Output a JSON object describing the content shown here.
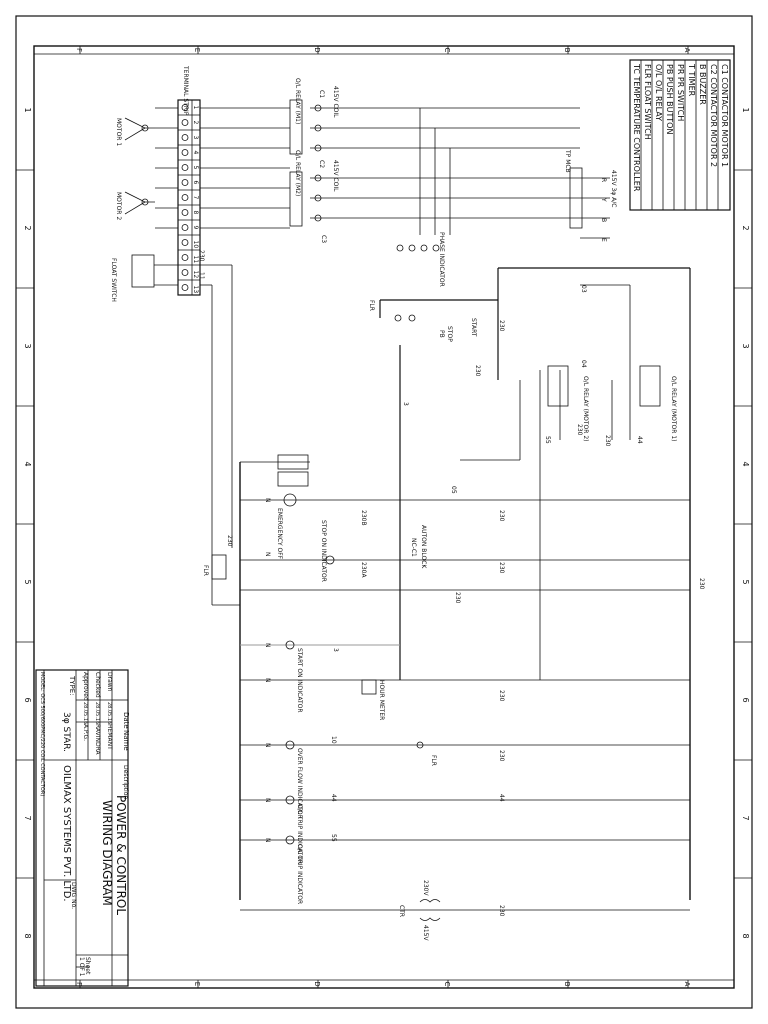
{
  "border": {
    "columns": [
      "F",
      "E",
      "D",
      "C",
      "B",
      "A"
    ],
    "rows": [
      "1",
      "2",
      "3",
      "4",
      "5",
      "6",
      "7",
      "8"
    ]
  },
  "legend": [
    "C1  CONTACTOR MOTOR 1",
    "C2  CONTACTOR MOTOR 2",
    "B   BUZZER",
    "T   TIMER",
    "PR  PR SWITCH",
    "PB  PUSH BUTTON",
    "O/L O/L RELAY",
    "FLR FLOAT SWITCH",
    "TC  TEMPERATURE CONTROLLER"
  ],
  "title_block": {
    "hdr_date": "Date",
    "hdr_name": "Name",
    "hdr_description": "Description",
    "rows": [
      {
        "role": "Drawn",
        "date": "28.05.16",
        "name": "HEMANT"
      },
      {
        "role": "Checked",
        "date": "28.05.16",
        "name": "RAVINDRA"
      },
      {
        "role": "Approved",
        "date": "28.05.16",
        "name": "A.P.G."
      }
    ],
    "type_label": "TYPE:",
    "type_value": "3φ STAR.",
    "model": "MODEL: OCS 500/600PMC/220 COIL CONTACTOR)",
    "title_line1": "POWER & CONTROL",
    "title_line2": "WIRING DIAGRAM",
    "company": "OILMAX SYSTEMS PVT. LTD.",
    "dwg_no_label": "DWG No.",
    "sheet_label": "Sheet",
    "sheet_value": "1 OF 1"
  },
  "power": {
    "terminal_strip": "TERMINAL STRIP",
    "motor1": "MOTOR 1",
    "motor2": "MOTOR 2",
    "float_switch": "FLOAT SWITCH",
    "ol_relay_m1": "O/L RELAY (M1)",
    "ol_relay_m2": "O/L RELAY (M2)",
    "coil_415_1": "415V COIL",
    "coil_415_2": "415V COIL",
    "c1": "C1",
    "c2": "C2",
    "c3": "C3",
    "tp_mcb": "TP MCB",
    "supply": "415V 3φ A/C",
    "phase_indicator": "PHASE INDICATOR",
    "terminal_numbers": [
      "1",
      "2",
      "3",
      "4",
      "5",
      "6",
      "7",
      "8",
      "9",
      "10",
      "11",
      "12",
      "13"
    ],
    "w230": "230",
    "w11": "11",
    "phase": [
      "R",
      "Y",
      "B",
      "E"
    ]
  },
  "control": {
    "flr": "FLR",
    "start": "START",
    "stop": "STOP",
    "pb": "PB",
    "ol_relay_motor1": "O/L RELAY (MOTOR 1)",
    "ol_relay_motor2": "O/L RELAY (MOTOR 2)",
    "emergency_off": "EMERGENCY OFF",
    "stop_on_indicator": "STOP ON INDICATOR",
    "auton_block": "AUTON BLOCK",
    "nc_c1": "NC-C1",
    "start_on_indicator": "START ON INDICATOR",
    "hour_meter": "HOUR METER",
    "overflow_indicator": "OVER FLOW INDICATOR",
    "ol_trip_indicator_1": "O/L TRIP INDICATOR",
    "ol_trip_indicator_2": "O/L TRIP INDICATOR",
    "ctr": "CTR",
    "ctr_230": "230V",
    "ctr_415": "415V",
    "wires": [
      "230",
      "230B",
      "230A",
      "3",
      "05",
      "04",
      "03",
      "10",
      "44",
      "55",
      "N"
    ]
  }
}
